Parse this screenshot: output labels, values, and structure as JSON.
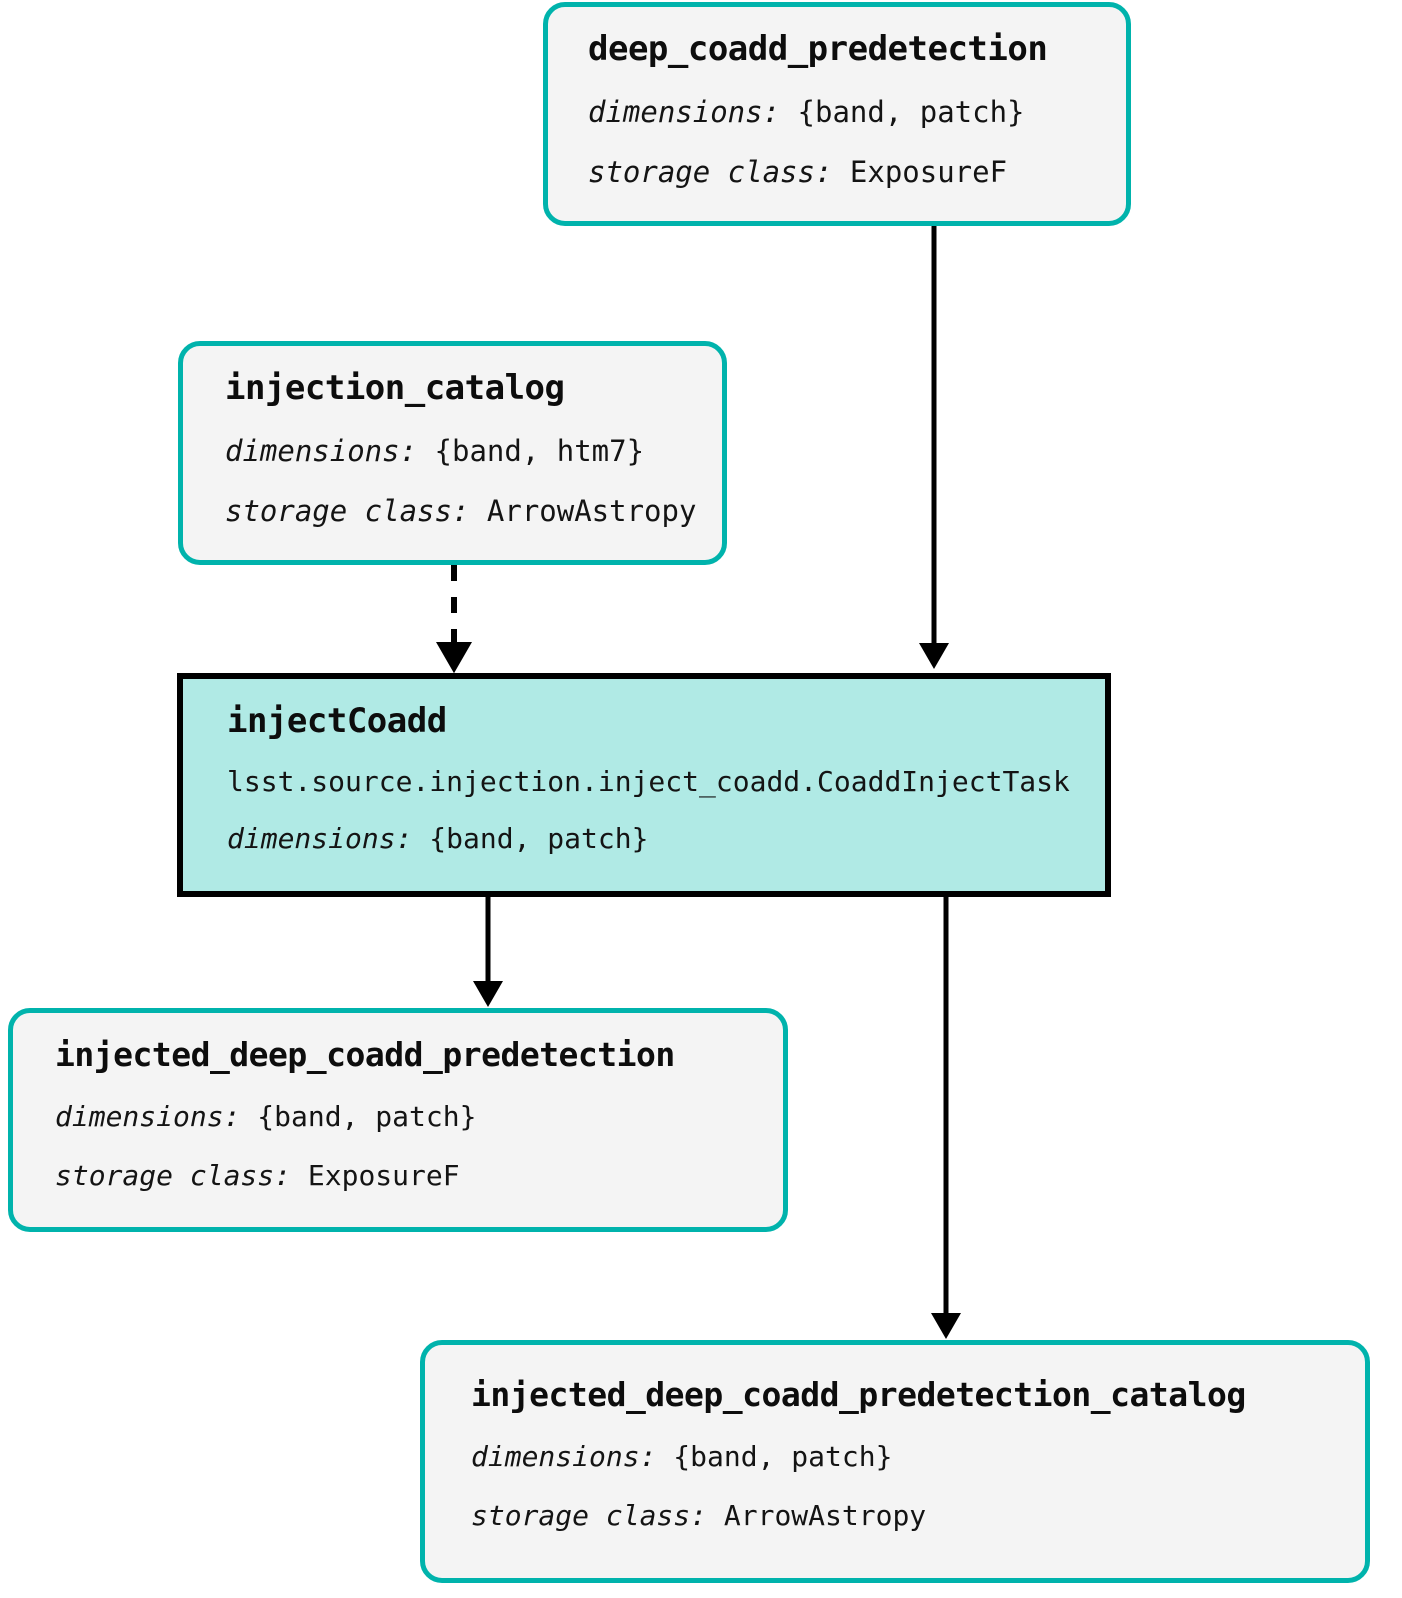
{
  "diagram": {
    "type": "pipeline-dag",
    "colors": {
      "dataset_border": "#00b3ac",
      "dataset_fill": "#f4f4f4",
      "task_border": "#000000",
      "task_fill": "#b0eae5",
      "edge": "#000000",
      "text": "#101010"
    },
    "labels": {
      "dimensions_key": "dimensions:",
      "storage_class_key": "storage class:"
    },
    "nodes": [
      {
        "id": "deep_coadd_predetection",
        "kind": "dataset",
        "title": "deep_coadd_predetection",
        "dimensions": "{band, patch}",
        "storage_class": "ExposureF"
      },
      {
        "id": "injection_catalog",
        "kind": "dataset",
        "title": "injection_catalog",
        "dimensions": "{band, htm7}",
        "storage_class": "ArrowAstropy"
      },
      {
        "id": "injectCoadd",
        "kind": "task",
        "title": "injectCoadd",
        "task_class": "lsst.source.injection.inject_coadd.CoaddInjectTask",
        "dimensions": "{band, patch}"
      },
      {
        "id": "injected_deep_coadd_predetection",
        "kind": "dataset",
        "title": "injected_deep_coadd_predetection",
        "dimensions": "{band, patch}",
        "storage_class": "ExposureF"
      },
      {
        "id": "injected_deep_coadd_predetection_catalog",
        "kind": "dataset",
        "title": "injected_deep_coadd_predetection_catalog",
        "dimensions": "{band, patch}",
        "storage_class": "ArrowAstropy"
      }
    ],
    "edges": [
      {
        "from": "deep_coadd_predetection",
        "to": "injectCoadd",
        "style": "solid"
      },
      {
        "from": "injection_catalog",
        "to": "injectCoadd",
        "style": "dashed"
      },
      {
        "from": "injectCoadd",
        "to": "injected_deep_coadd_predetection",
        "style": "solid"
      },
      {
        "from": "injectCoadd",
        "to": "injected_deep_coadd_predetection_catalog",
        "style": "solid"
      }
    ]
  }
}
